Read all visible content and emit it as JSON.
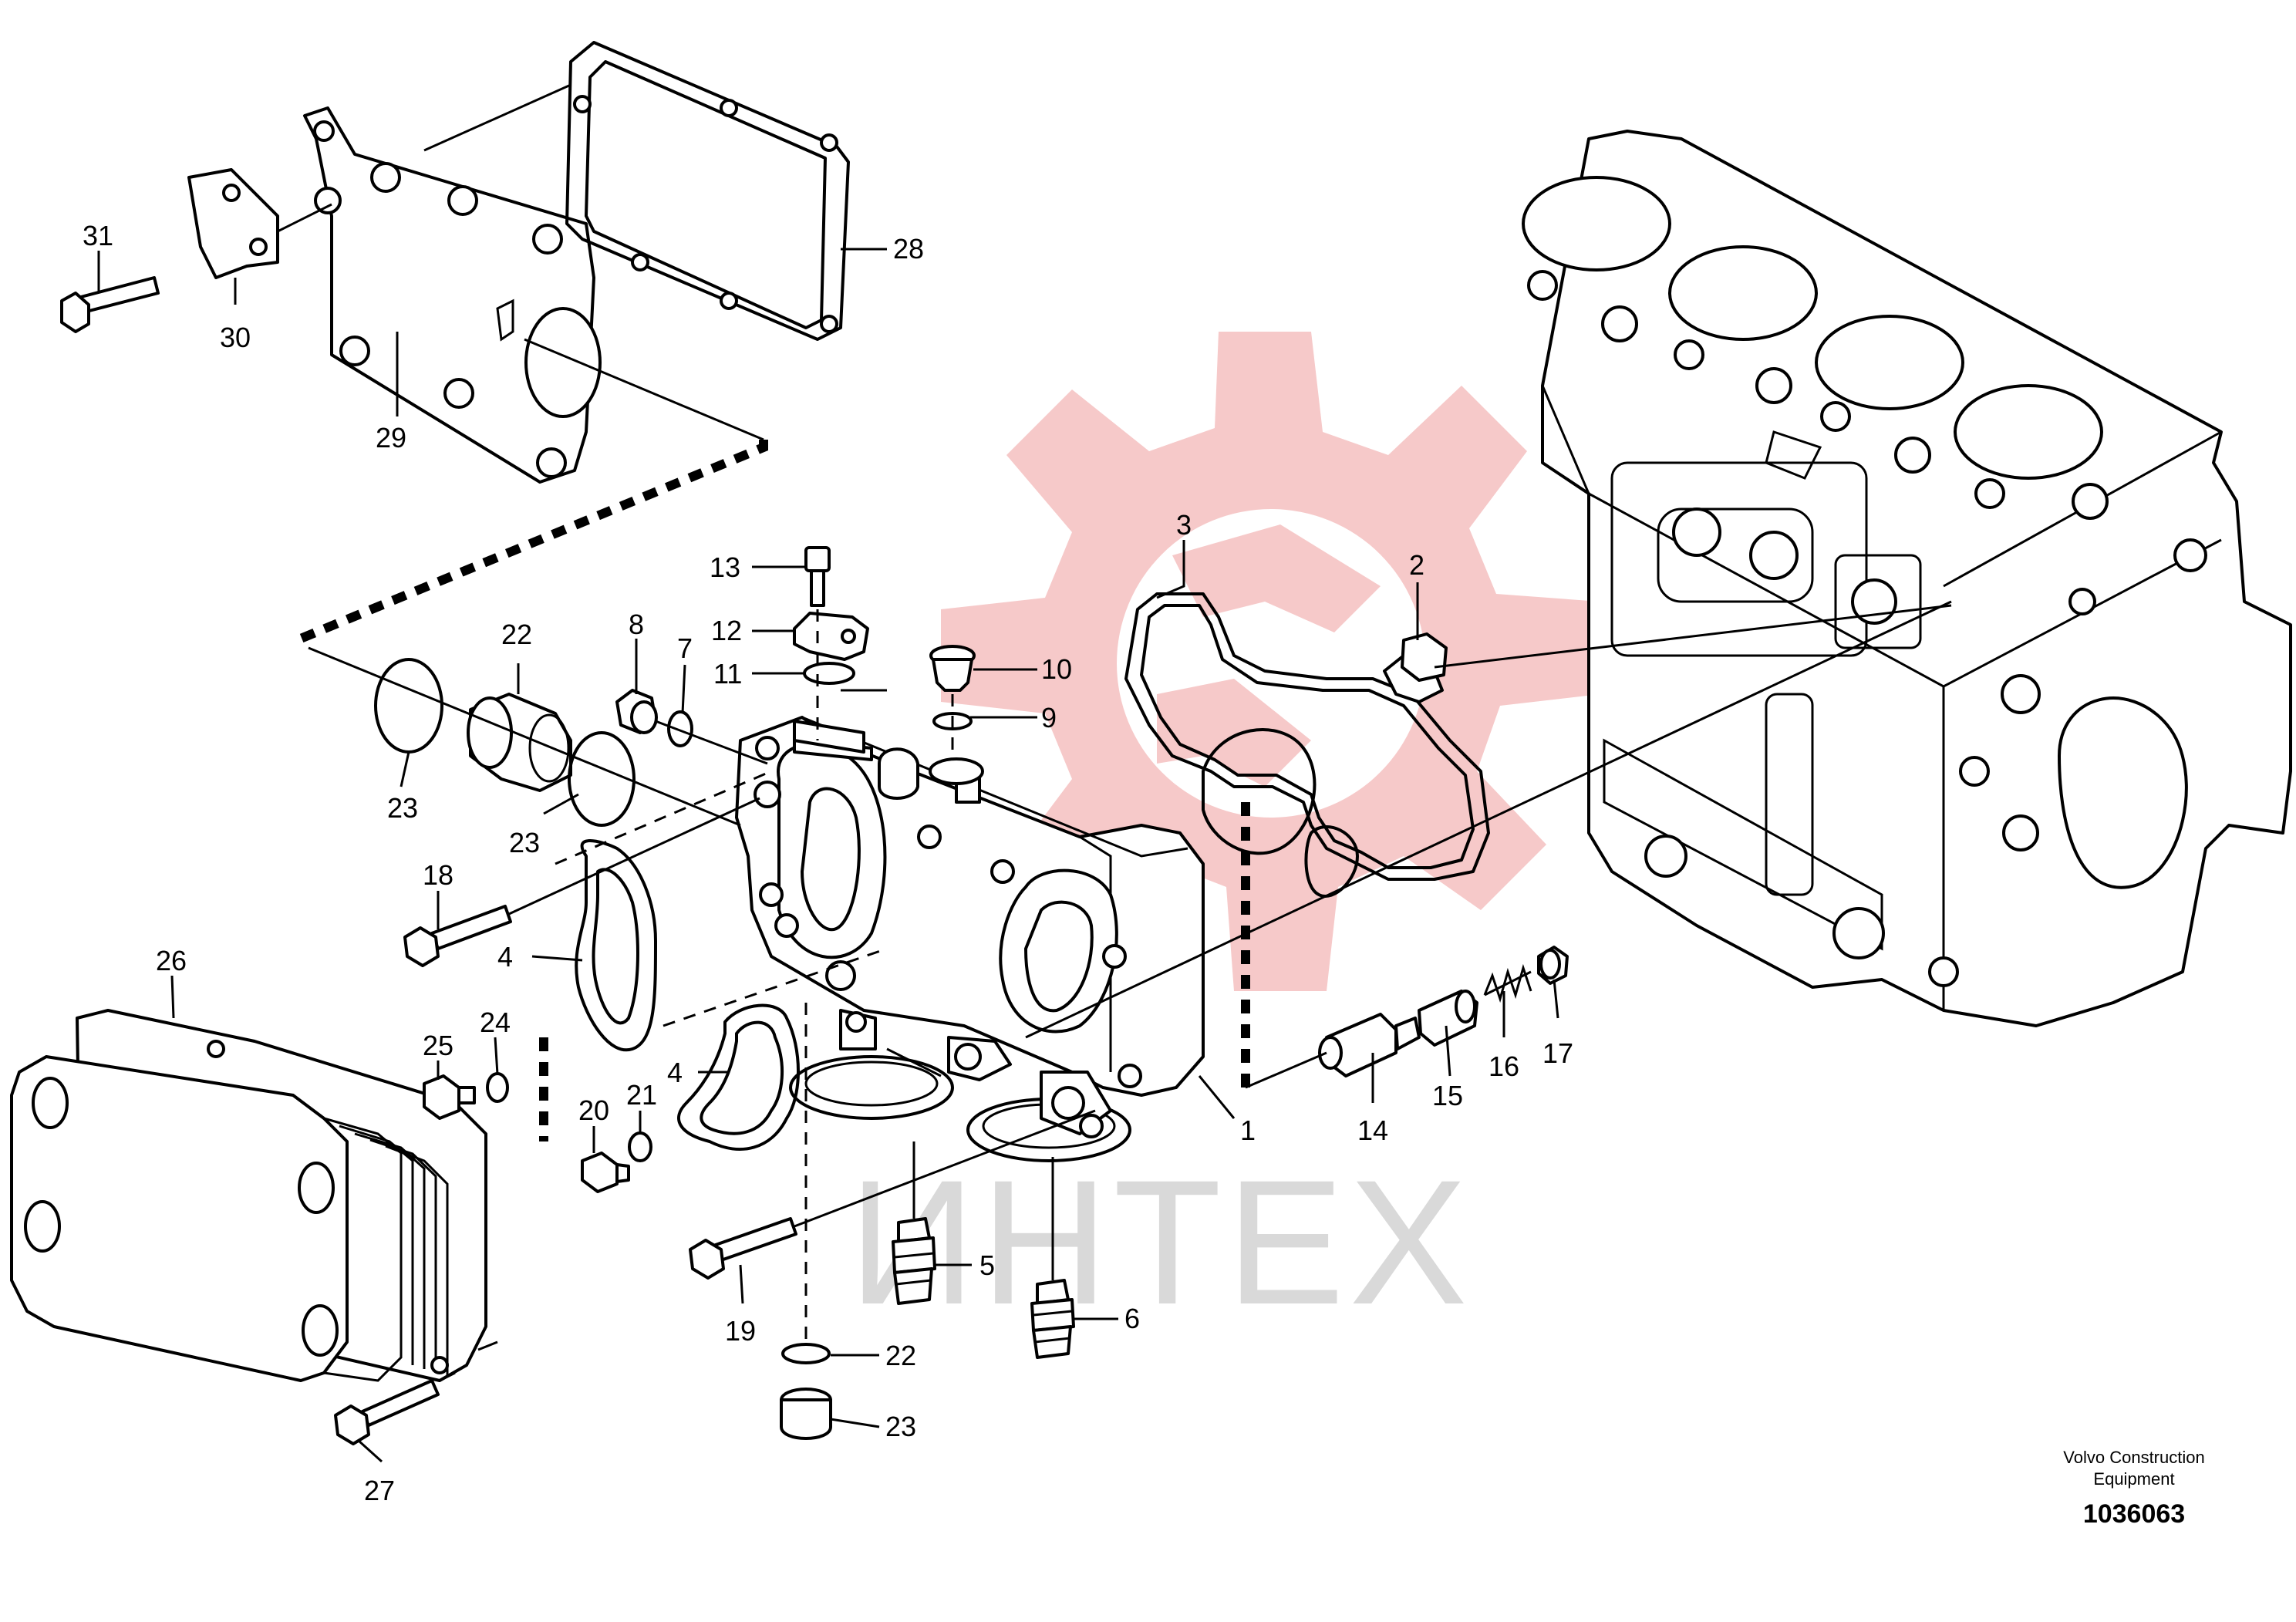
{
  "callouts": [
    {
      "id": "c31",
      "label": "31"
    },
    {
      "id": "c30",
      "label": "30"
    },
    {
      "id": "c29",
      "label": "29"
    },
    {
      "id": "c28",
      "label": "28"
    },
    {
      "id": "c13",
      "label": "13"
    },
    {
      "id": "c12",
      "label": "12"
    },
    {
      "id": "c11",
      "label": "11"
    },
    {
      "id": "c10",
      "label": "10"
    },
    {
      "id": "c9",
      "label": "9"
    },
    {
      "id": "c8",
      "label": "8"
    },
    {
      "id": "c7",
      "label": "7"
    },
    {
      "id": "c22a",
      "label": "22"
    },
    {
      "id": "c23a",
      "label": "23"
    },
    {
      "id": "c23b",
      "label": "23"
    },
    {
      "id": "c3",
      "label": "3"
    },
    {
      "id": "c2",
      "label": "2"
    },
    {
      "id": "c18",
      "label": "18"
    },
    {
      "id": "c4a",
      "label": "4"
    },
    {
      "id": "c4b",
      "label": "4"
    },
    {
      "id": "c26",
      "label": "26"
    },
    {
      "id": "c25",
      "label": "25"
    },
    {
      "id": "c24",
      "label": "24"
    },
    {
      "id": "c20",
      "label": "20"
    },
    {
      "id": "c21",
      "label": "21"
    },
    {
      "id": "c1",
      "label": "1"
    },
    {
      "id": "c14",
      "label": "14"
    },
    {
      "id": "c15",
      "label": "15"
    },
    {
      "id": "c16",
      "label": "16"
    },
    {
      "id": "c17",
      "label": "17"
    },
    {
      "id": "c5",
      "label": "5"
    },
    {
      "id": "c6",
      "label": "6"
    },
    {
      "id": "c19",
      "label": "19"
    },
    {
      "id": "c22b",
      "label": "22"
    },
    {
      "id": "c23c",
      "label": "23"
    },
    {
      "id": "c27",
      "label": "27"
    }
  ],
  "watermark": {
    "text": "ИНТЕХ"
  },
  "brand": {
    "line1": "Volvo Construction",
    "line2": "Equipment"
  },
  "document": {
    "number": "1036063"
  },
  "colors": {
    "watermark_logo": "#f6c9c9",
    "watermark_text": "#d9d9d9",
    "ink": "#000000"
  }
}
